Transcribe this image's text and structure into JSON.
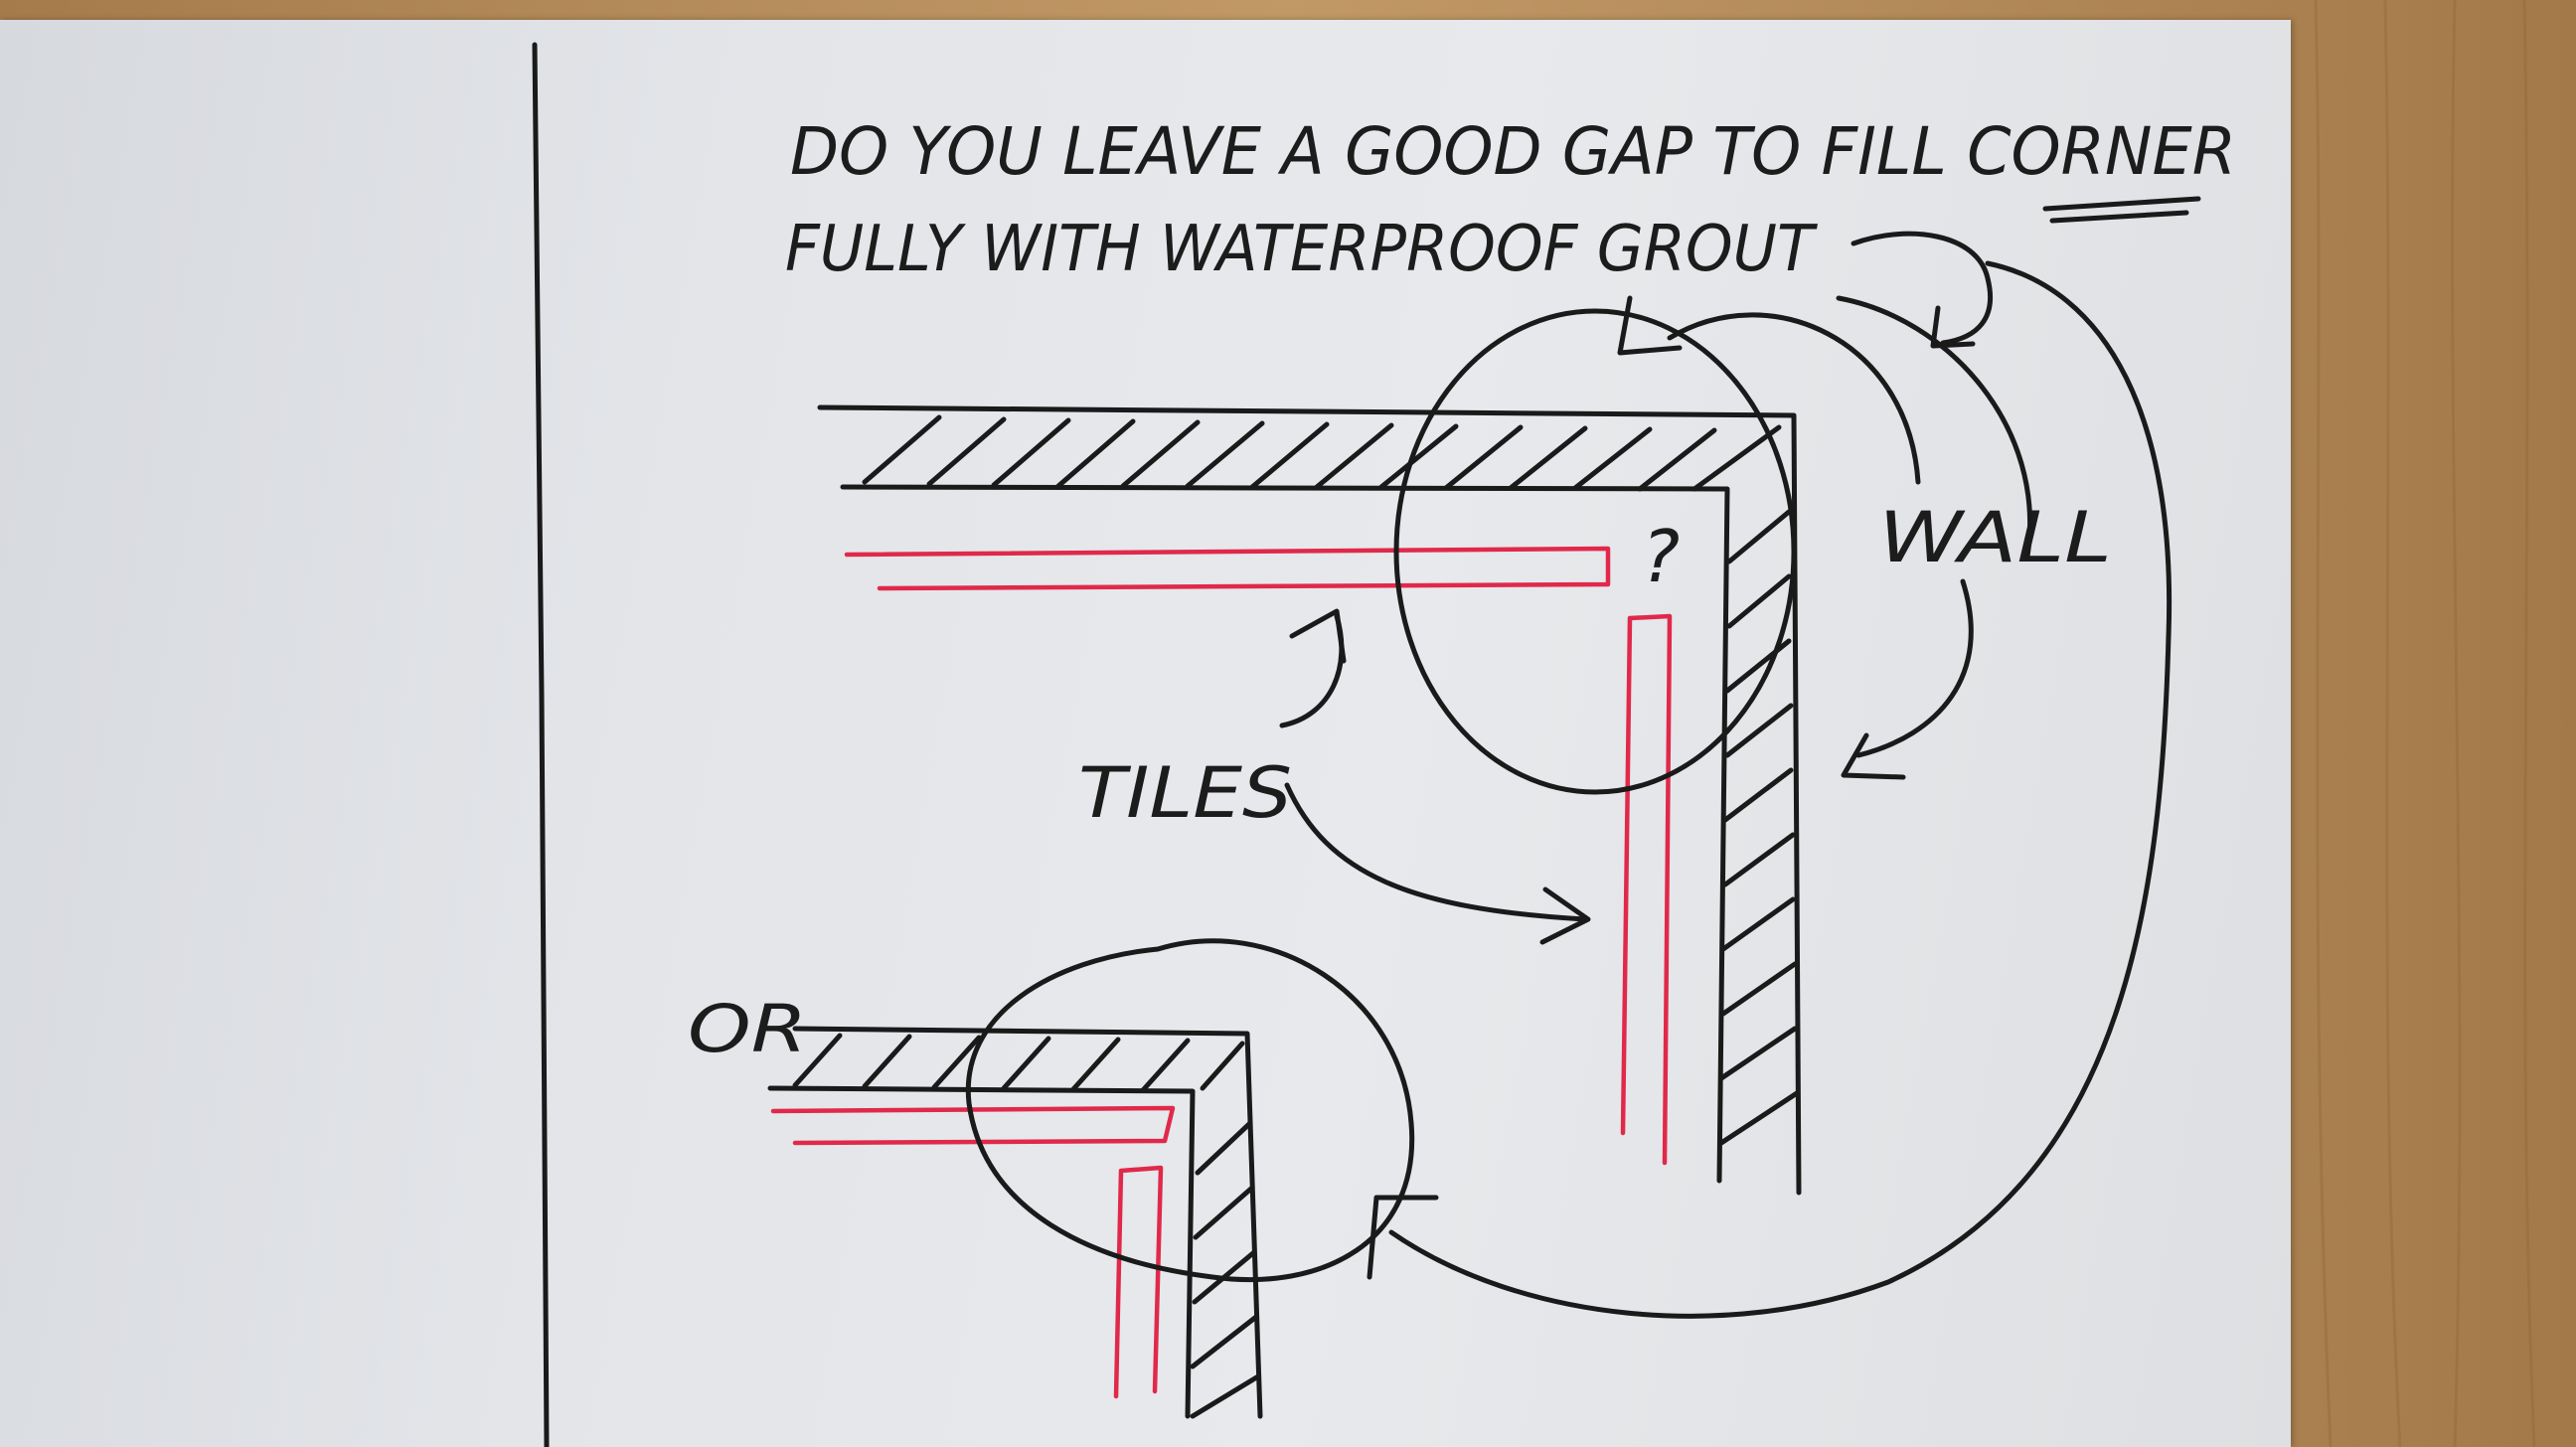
{
  "question": {
    "line1": "DO YOU LEAVE A GOOD GAP TO FILL CORNER",
    "line2": "FULLY WITH WATERPROOF GROUT"
  },
  "labels": {
    "question_mark": "?",
    "wall": "WALL",
    "tiles": "TILES",
    "or": "OR"
  },
  "colors": {
    "ink": "#1a1a1a",
    "tile_red": "#e0294a",
    "paper": "#e5e7ea",
    "wood": "#b08a5c"
  }
}
